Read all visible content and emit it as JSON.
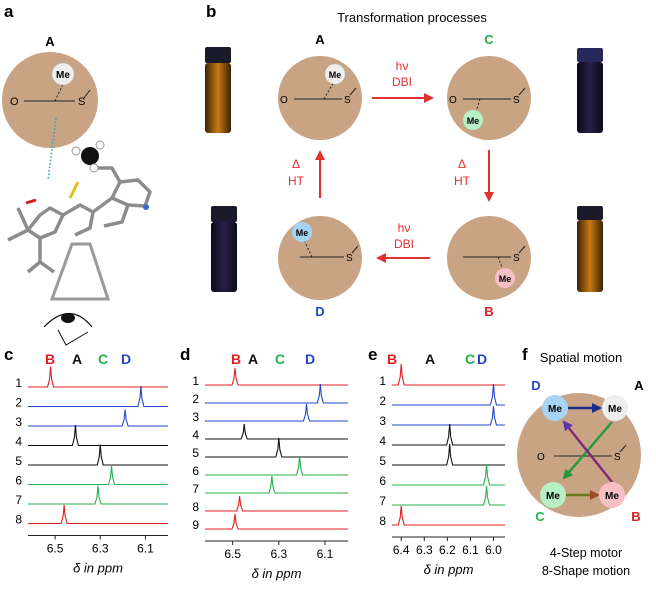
{
  "panels": {
    "a": "a",
    "b": "b",
    "c": "c",
    "d": "d",
    "e": "e",
    "f": "f"
  },
  "panel_b": {
    "title": "Transformation processes",
    "states": {
      "A": "A",
      "B": "B",
      "C": "C",
      "D": "D"
    },
    "me": "Me",
    "atom_o": "O",
    "atom_s": "S",
    "arrows": {
      "top_line1": "hν",
      "top_line2": "DBI",
      "bottom_line1": "hν",
      "bottom_line2": "DBI",
      "right_line1": "Δ",
      "right_line2": "HT",
      "left_line1": "Δ",
      "left_line2": "HT"
    }
  },
  "panel_a": {
    "label_A": "A",
    "me": "Me",
    "atom_o": "O",
    "atom_s": "S"
  },
  "panel_f": {
    "title": "Spatial motion",
    "labels": {
      "A": "A",
      "B": "B",
      "C": "C",
      "D": "D"
    },
    "me": "Me",
    "atom_o": "O",
    "atom_s": "S",
    "caption_line1": "4-Step motor",
    "caption_line2": "8-Shape motion"
  },
  "colors": {
    "A": "#111111",
    "B": "#e02020",
    "C": "#22b24c",
    "D": "#2246c8",
    "disk": "#c8a484",
    "arrow": "#e53030"
  },
  "spectra": [
    {
      "panel": "c",
      "headers": [
        {
          "text": "B",
          "color": "#e02020"
        },
        {
          "text": "A",
          "color": "#111111"
        },
        {
          "text": "C",
          "color": "#22b24c"
        },
        {
          "text": "D",
          "color": "#2246c8"
        }
      ],
      "row_labels": [
        "1",
        "2",
        "3",
        "4",
        "5",
        "6",
        "7",
        "8"
      ],
      "axis": {
        "ticks": [
          "6.5",
          "6.3",
          "6.1"
        ],
        "label": "δ in ppm"
      },
      "traces": [
        {
          "color": "#e02020",
          "peak_ppm": 6.52,
          "height": 1.0
        },
        {
          "color": "#2246c8",
          "peak_ppm": 6.12,
          "height": 1.0
        },
        {
          "color": "#2246c8",
          "peak_ppm": 6.19,
          "height": 0.8
        },
        {
          "color": "#111111",
          "peak_ppm": 6.41,
          "height": 1.0
        },
        {
          "color": "#111111",
          "peak_ppm": 6.3,
          "height": 1.0
        },
        {
          "color": "#22b24c",
          "peak_ppm": 6.25,
          "height": 0.9
        },
        {
          "color": "#22b24c",
          "peak_ppm": 6.31,
          "height": 0.9
        },
        {
          "color": "#e02020",
          "peak_ppm": 6.46,
          "height": 0.9
        }
      ]
    },
    {
      "panel": "d",
      "headers": [
        {
          "text": "B",
          "color": "#e02020"
        },
        {
          "text": "A",
          "color": "#111111"
        },
        {
          "text": "C",
          "color": "#22b24c"
        },
        {
          "text": "D",
          "color": "#2246c8"
        }
      ],
      "row_labels": [
        "1",
        "2",
        "3",
        "4",
        "5",
        "6",
        "7",
        "8",
        "9"
      ],
      "axis": {
        "ticks": [
          "6.5",
          "6.3",
          "6.1"
        ],
        "label": "δ in ppm"
      },
      "traces": [
        {
          "color": "#e02020",
          "peak_ppm": 6.49,
          "height": 0.9
        },
        {
          "color": "#2246c8",
          "peak_ppm": 6.12,
          "height": 1.0
        },
        {
          "color": "#2246c8",
          "peak_ppm": 6.18,
          "height": 0.9
        },
        {
          "color": "#111111",
          "peak_ppm": 6.45,
          "height": 0.8
        },
        {
          "color": "#111111",
          "peak_ppm": 6.3,
          "height": 1.0
        },
        {
          "color": "#22b24c",
          "peak_ppm": 6.21,
          "height": 1.0
        },
        {
          "color": "#22b24c",
          "peak_ppm": 6.33,
          "height": 0.9
        },
        {
          "color": "#e02020",
          "peak_ppm": 6.47,
          "height": 0.8
        },
        {
          "color": "#e02020",
          "peak_ppm": 6.49,
          "height": 0.8
        }
      ]
    },
    {
      "panel": "e",
      "headers": [
        {
          "text": "B",
          "color": "#e02020"
        },
        {
          "text": "A",
          "color": "#111111"
        },
        {
          "text": "C",
          "color": "#22b24c"
        },
        {
          "text": "D",
          "color": "#2246c8"
        }
      ],
      "row_labels": [
        "1",
        "2",
        "3",
        "4",
        "5",
        "6",
        "7",
        "8"
      ],
      "axis": {
        "ticks": [
          "6.4",
          "6.3",
          "6.2",
          "6.1",
          "6.0"
        ],
        "label": "δ in ppm"
      },
      "traces": [
        {
          "color": "#e02020",
          "peak_ppm": 6.4,
          "height": 1.0
        },
        {
          "color": "#2246c8",
          "peak_ppm": 6.0,
          "height": 1.0
        },
        {
          "color": "#2246c8",
          "peak_ppm": 6.0,
          "height": 0.9
        },
        {
          "color": "#111111",
          "peak_ppm": 6.19,
          "height": 1.0
        },
        {
          "color": "#111111",
          "peak_ppm": 6.19,
          "height": 1.0
        },
        {
          "color": "#22b24c",
          "peak_ppm": 6.03,
          "height": 1.0
        },
        {
          "color": "#22b24c",
          "peak_ppm": 6.03,
          "height": 0.9
        },
        {
          "color": "#e02020",
          "peak_ppm": 6.4,
          "height": 0.9
        }
      ]
    }
  ]
}
